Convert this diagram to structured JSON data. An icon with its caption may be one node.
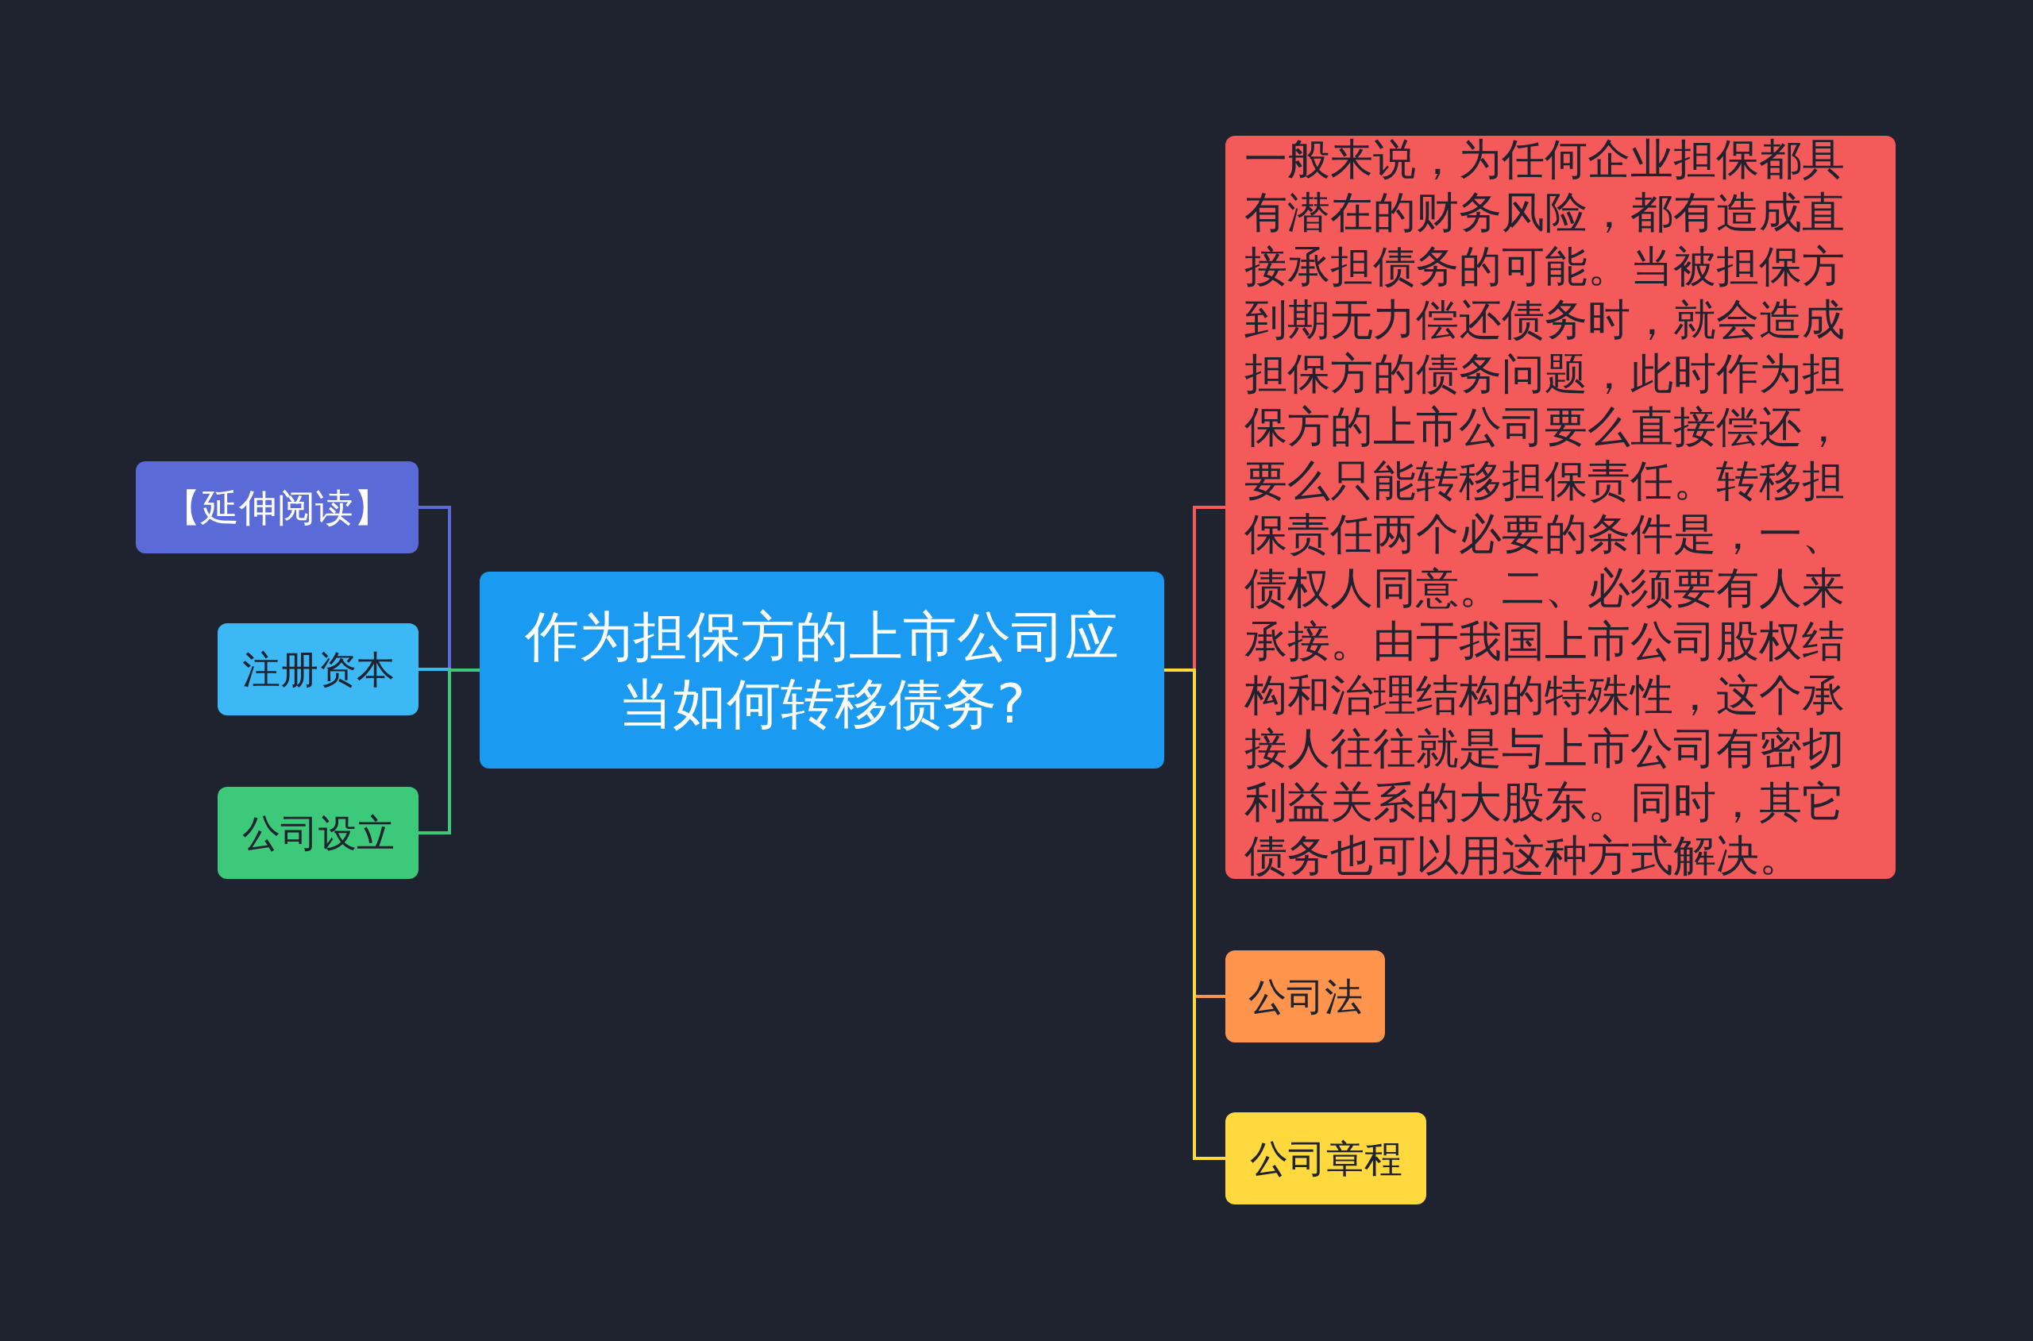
{
  "diagram": {
    "nodes": [
      {
        "text": [
          "作为担保方的上市公司应当如何转移债务?"
        ]
      },
      {
        "text": [
          "【延伸阅读】"
        ]
      },
      {
        "text": [
          "注册资本"
        ]
      },
      {
        "text": [
          "公司设立"
        ]
      },
      {
        "text": [
          "一般来说，为任何企业担保都具有潜在的财务风险，都有造成直接承担债务的可能。当被担保方到期无力偿还债务时，就会造成担保方的债务问题，此时作为担保方的上市公司要么直接偿还，要么只能转移担保责任。转移担保责任两个必要的条件是，一、债权人同意。二、必须要有人来承接。由于我国上市公司股权结构和治理结构的特殊性，这个承接人往往就是与上市公司有密切利益关系的大股东。同时，其它债务也可以用这种方式解决。"
        ]
      },
      {
        "text": [
          "公司法"
        ]
      },
      {
        "text": [
          "公司章程"
        ]
      }
    ],
    "edges": [
      {
        "from": 0,
        "to": 1,
        "arrow": "none",
        "color": "#5a6bd8"
      },
      {
        "from": 0,
        "to": 2,
        "arrow": "none",
        "color": "#3cb8f5"
      },
      {
        "from": 0,
        "to": 3,
        "arrow": "none",
        "color": "#3cc97a"
      },
      {
        "from": 0,
        "to": 4,
        "arrow": "none",
        "color": "#f55a5a"
      },
      {
        "from": 0,
        "to": 5,
        "arrow": "none",
        "color": "#ff944d"
      },
      {
        "from": 0,
        "to": 6,
        "arrow": "none",
        "color": "#ffd93d"
      }
    ]
  }
}
